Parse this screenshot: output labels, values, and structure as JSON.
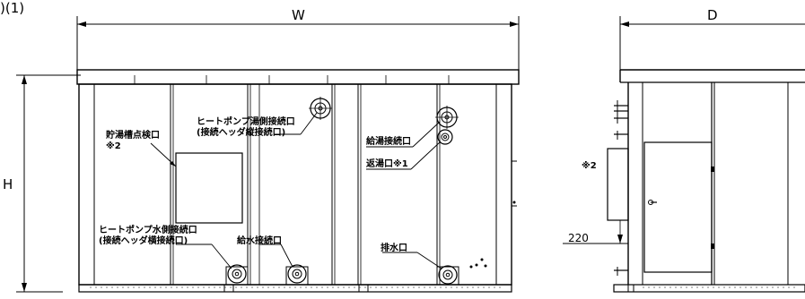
{
  "figure": {
    "title_fragment": ")(1)"
  },
  "dimensions": {
    "width": "W",
    "depth": "D",
    "height": "H",
    "offset_220": "220"
  },
  "labels": {
    "inspection_port_line1": "貯湯槽点検口",
    "inspection_port_line2": "※2",
    "hp_hot_side_line1": "ヒートポンプ湯側接続口",
    "hp_hot_side_line2": "(接続ヘッダ縦接続口)",
    "hot_supply": "給湯接続口",
    "return_port": "返湯口※1",
    "hp_water_side_line1": "ヒートポンプ水側接続口",
    "hp_water_side_line2": "(接続ヘッダ横接続口)",
    "water_supply": "給水接続口",
    "drain": "排水口",
    "side_note": "※2"
  }
}
